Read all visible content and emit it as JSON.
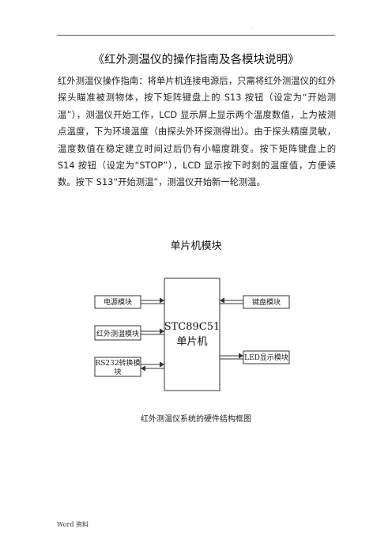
{
  "header": {
    "mark": "."
  },
  "title": "《红外测温仪的操作指南及各模块说明》",
  "intro": "红外测温仪操作指南：将单片机连接电源后，只需将红外测温仪的红外探头瞄准被测物体，按下矩阵键盘上的 S13 按钮（设定为“开始测温”），测温仪开始工作，LCD 显示屏上显示两个温度数值，上为被测点温度，下为环境温度（由探头外环探测得出）。由于探头精度灵敏，温度数值在稳定建立时间过后仍有小幅度跳变。按下矩阵键盘上的 S14 按钮（设定为“STOP”），LCD 显示按下时刻的温度值，方便读数。按下 S13“开始测温”，测温仪开始新一轮测温。",
  "section_title": "单片机模块",
  "diagram": {
    "mcu_line1": "STC89C51",
    "mcu_line2": "单片机",
    "left_modules": [
      "电源模块",
      "红外测温模块"
    ],
    "left_module_multi": [
      "RS232转换模",
      "块"
    ],
    "right_modules": [
      "键盘模块",
      "LED显示模块"
    ]
  },
  "caption": "红外测温仪系统的硬件结构框图",
  "footer": "Word  资料"
}
